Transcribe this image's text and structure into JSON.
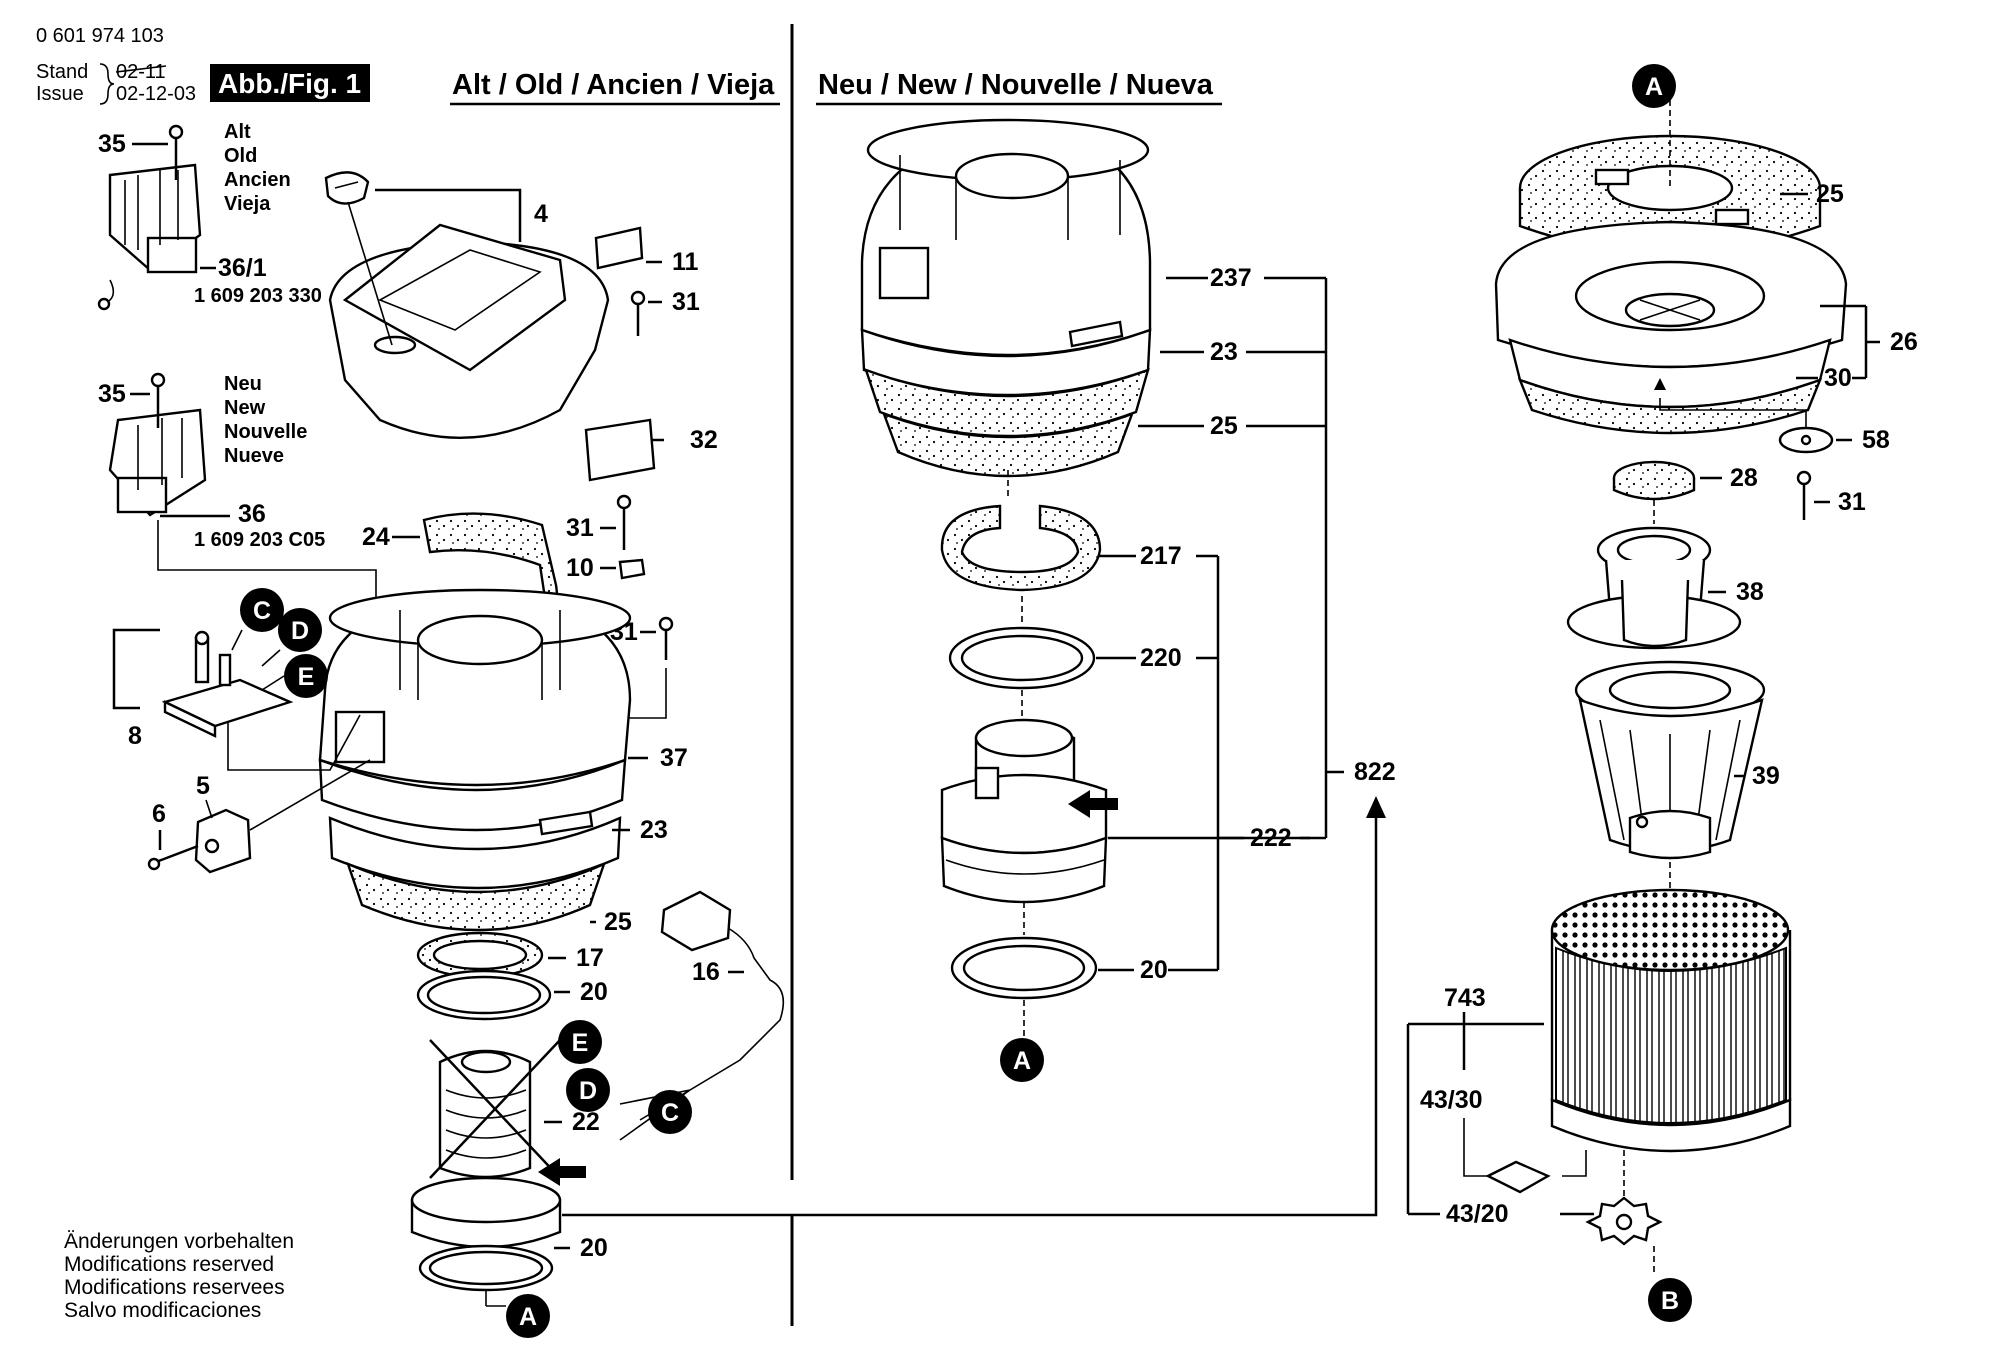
{
  "header": {
    "doc_number": "0 601 974 103",
    "stand_label": "Stand",
    "issue_label": "Issue",
    "stand_value": "02-11",
    "issue_value": "02-12-03",
    "figure_label": "Abb./Fig. 1",
    "old_title": "Alt / Old / Ancien / Vieja",
    "new_title": "Neu / New / Nouvelle / Nueva"
  },
  "old_module": {
    "lines": [
      "Alt",
      "Old",
      "Ancien",
      "Vieja"
    ],
    "part_code": "1 609 203 330"
  },
  "new_module": {
    "lines": [
      "Neu",
      "New",
      "Nouvelle",
      "Nueve"
    ],
    "part_code": "1 609 203 C05"
  },
  "part_labels": {
    "p35a": "35",
    "p36_1": "36/1",
    "p35b": "35",
    "p36": "36",
    "p4": "4",
    "p11": "11",
    "p31a": "31",
    "p32": "32",
    "p24": "24",
    "p31b": "31",
    "p10": "10",
    "p31c": "31",
    "p8": "8",
    "p5": "5",
    "p6": "6",
    "p37": "37",
    "p23a": "23",
    "p25a": "25",
    "p17": "17",
    "p20a": "20",
    "p16": "16",
    "p22": "22",
    "p20b": "20",
    "p237": "237",
    "p23b": "23",
    "p25b": "25",
    "p217": "217",
    "p220": "220",
    "p822": "822",
    "p222": "222",
    "p20c": "20",
    "p25c": "25",
    "p26": "26",
    "p30": "30",
    "p58": "58",
    "p28": "28",
    "p31d": "31",
    "p38": "38",
    "p39": "39",
    "p743": "743",
    "p43_30": "43/30",
    "p43_20": "43/20"
  },
  "badges": {
    "a_top": "A",
    "a_mid": "A",
    "a_bottom": "A",
    "b_bottom": "B",
    "c1": "C",
    "d1": "D",
    "e1": "E",
    "e2": "E",
    "d2": "D",
    "c2": "C"
  },
  "footer": {
    "notes": [
      "Änderungen vorbehalten",
      "Modifications reserved",
      "Modifications reservees",
      "Salvo modificaciones"
    ]
  }
}
